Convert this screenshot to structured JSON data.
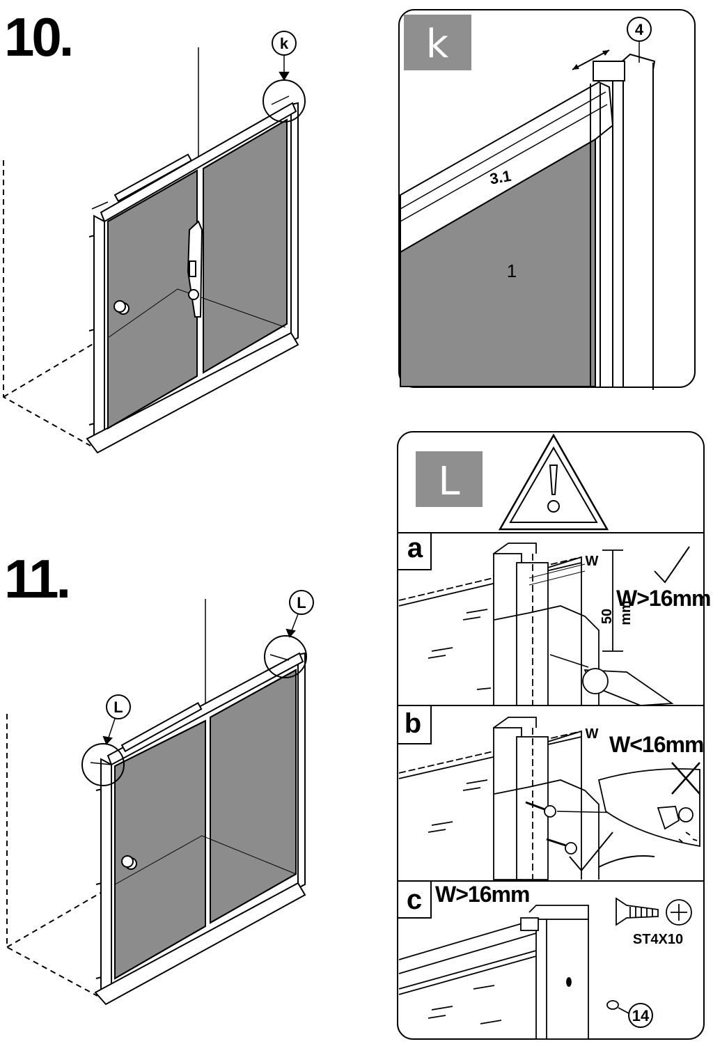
{
  "steps": {
    "step10": {
      "number": "10.",
      "callout": "k"
    },
    "step11": {
      "number": "11.",
      "callout_left": "L",
      "callout_right": "L"
    }
  },
  "detail_k": {
    "tag": "k",
    "part_profile": "4",
    "part_rail": "3.1",
    "part_glass": "1"
  },
  "detail_L": {
    "tag": "L",
    "warning_icon": "warning-triangle-icon",
    "row_a": {
      "letter": "a",
      "w_mark": "W",
      "condition": "W>16mm",
      "dimension": "50",
      "unit": "mm",
      "result_icon": "checkmark-icon"
    },
    "row_b": {
      "letter": "b",
      "w_mark": "W",
      "condition": "W<16mm",
      "result_icon": "cross-icon"
    },
    "row_c": {
      "letter": "c",
      "condition": "W>16mm",
      "screw_spec": "ST4X10",
      "part_cap": "14"
    }
  },
  "colors": {
    "glass": "#8c8c8c",
    "tag_bg": "#8f8f8f",
    "line": "#000000"
  }
}
